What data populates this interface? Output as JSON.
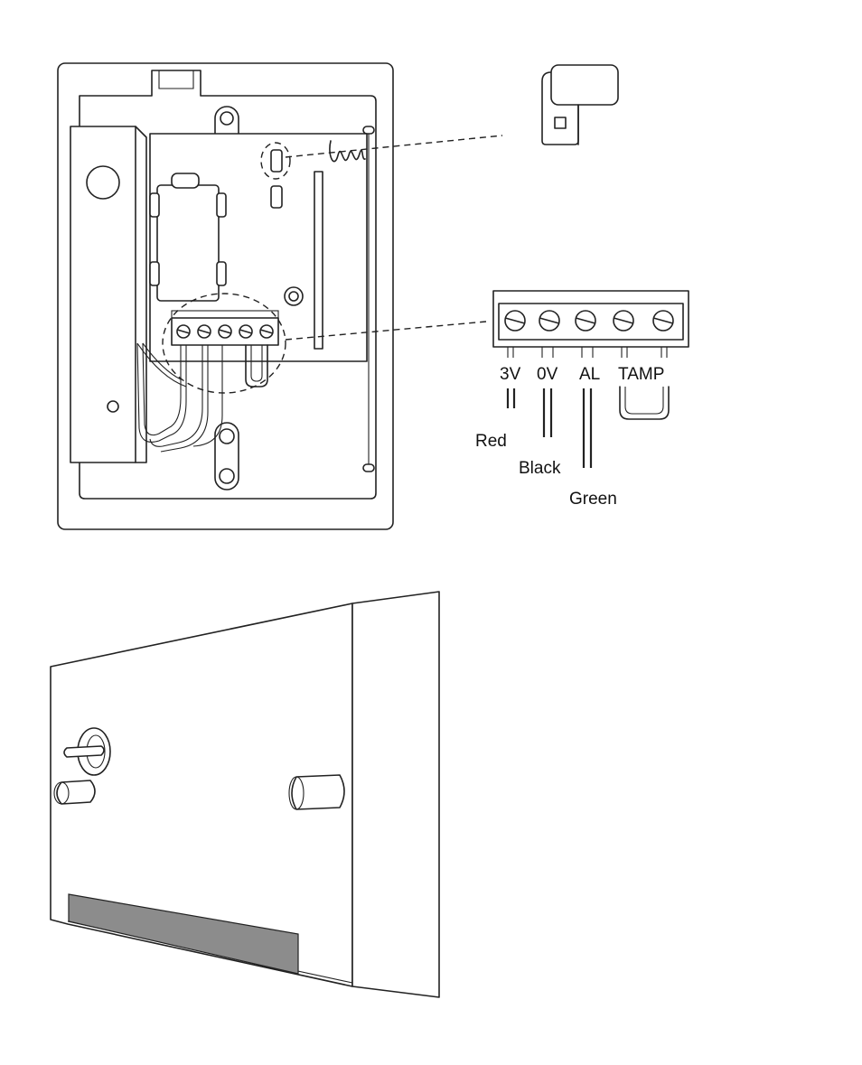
{
  "terminal_labels": {
    "v3": "3V",
    "v0": "0V",
    "al": "AL",
    "tamp": "TAMP"
  },
  "wire_labels": {
    "red": "Red",
    "black": "Black",
    "green": "Green"
  },
  "colors": {
    "line": "#222222",
    "background": "#ffffff",
    "shaded_strip": "#8c8c8c"
  }
}
